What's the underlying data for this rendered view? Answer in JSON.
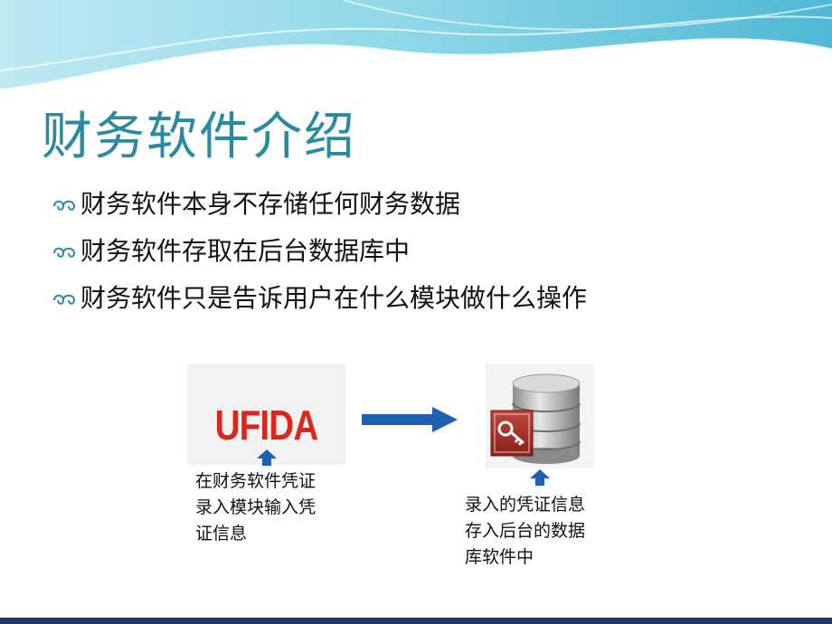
{
  "slide": {
    "title": "财务软件介绍",
    "bullets": [
      {
        "text": "财务软件本身不存储任何财务数据"
      },
      {
        "text": "财务软件存取在后台数据库中"
      },
      {
        "text": "财务软件只是告诉用户在什么模块做什么操作"
      }
    ],
    "diagram": {
      "logo_text": "UFIDA",
      "left_caption": [
        "在财务软件凭证",
        "录入模块输入凭",
        "证信息"
      ],
      "right_caption": [
        "录入的凭证信息",
        "存入后台的数据",
        "库软件中"
      ]
    }
  },
  "colors": {
    "title": "#2a8a9f",
    "logo": "#d8271d",
    "arrow": "#1f5fb0",
    "wave": "#7fd0e3",
    "bottom_bar": "#1c3a63"
  },
  "icons": {
    "bullet": "bullet-swirl-icon",
    "flow": "arrow-right-icon",
    "pointer": "arrow-up-icon",
    "database": "database-access-icon"
  }
}
